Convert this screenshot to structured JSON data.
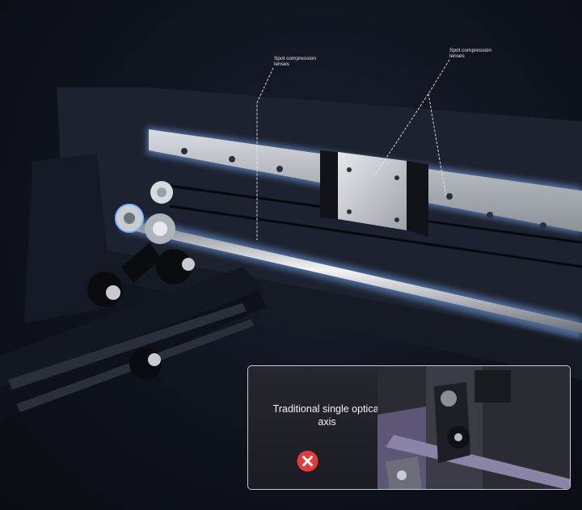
{
  "callouts": {
    "left_label": "Spot compression lenses",
    "right_label": "Spot compression lenses"
  },
  "inset": {
    "title": "Traditional single optical axis",
    "status_icon": "red-x-icon",
    "status_color": "#e23b3b"
  },
  "colors": {
    "background": "#0d1019",
    "glow": "#7fb4ff",
    "rail": "#b9bdc4"
  }
}
